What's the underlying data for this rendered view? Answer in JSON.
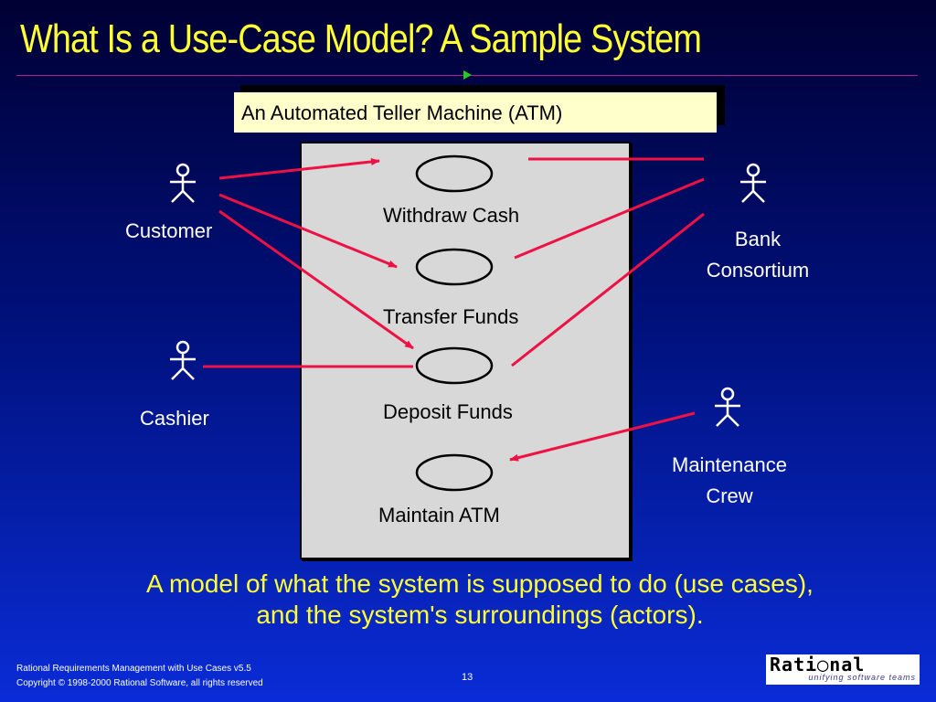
{
  "slide": {
    "title": "What Is a Use-Case Model?  A Sample System",
    "system_name": "An Automated Teller Machine (ATM)",
    "summary_line1": "A model of what the system is supposed to do (use cases),",
    "summary_line2": "and the system's surroundings (actors).",
    "page_number": "13"
  },
  "use_cases": [
    {
      "id": "withdraw",
      "label": "Withdraw Cash"
    },
    {
      "id": "transfer",
      "label": "Transfer Funds"
    },
    {
      "id": "deposit",
      "label": "Deposit Funds"
    },
    {
      "id": "maintain",
      "label": "Maintain ATM"
    }
  ],
  "actors": [
    {
      "id": "customer",
      "label": "Customer"
    },
    {
      "id": "cashier",
      "label": "Cashier"
    },
    {
      "id": "bank",
      "label_line1": "Bank",
      "label_line2": "Consortium"
    },
    {
      "id": "maintenance",
      "label_line1": "Maintenance",
      "label_line2": "Crew"
    }
  ],
  "footer": {
    "line1": "Rational Requirements Management with Use Cases v5.5",
    "line2": "Copyright © 1998-2000 Rational Software, all rights reserved"
  },
  "logo": {
    "word": "Rati◯nal",
    "tagline": "unifying software teams"
  },
  "colors": {
    "title": "#ffff33",
    "link_lines": "#ee1144",
    "system_box": "#d8d8d8",
    "label_box": "#ffffcc"
  }
}
